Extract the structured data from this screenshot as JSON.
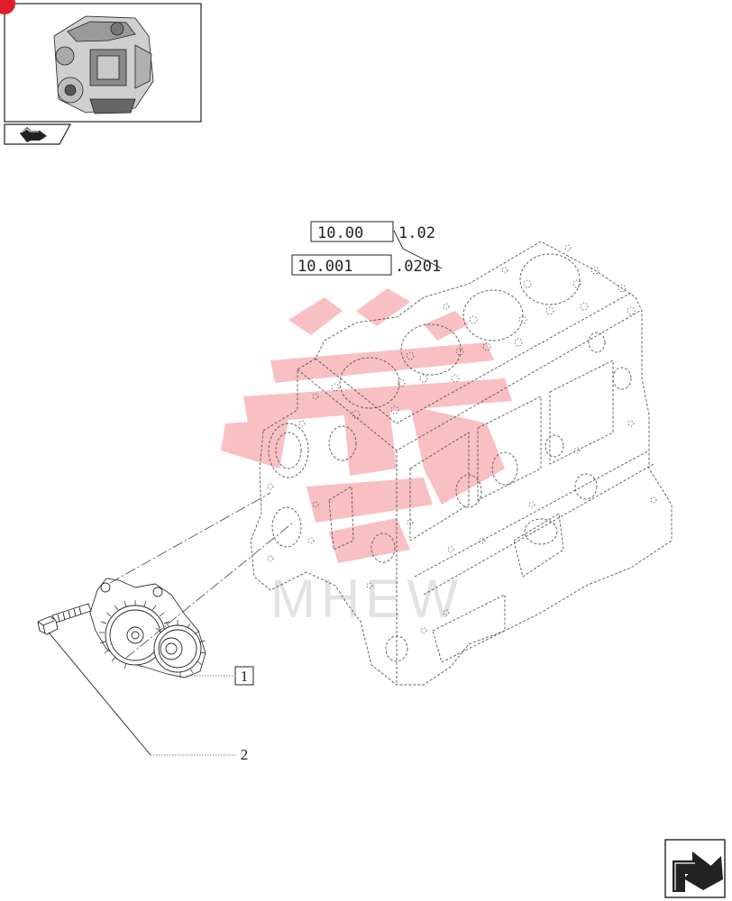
{
  "diagram": {
    "ref_codes": [
      {
        "boxed": "10.00",
        "rest": "1.02"
      },
      {
        "boxed": "10.001",
        "rest": ".0201"
      }
    ],
    "callouts": [
      {
        "label": "1",
        "boxed": true
      },
      {
        "label": "2",
        "boxed": false
      }
    ],
    "watermark_color": "#e8202a"
  },
  "icons": {
    "thumbnail": "engine-thumbnail-icon",
    "back": "back-arrow-icon",
    "next": "next-page-arrow-icon"
  }
}
